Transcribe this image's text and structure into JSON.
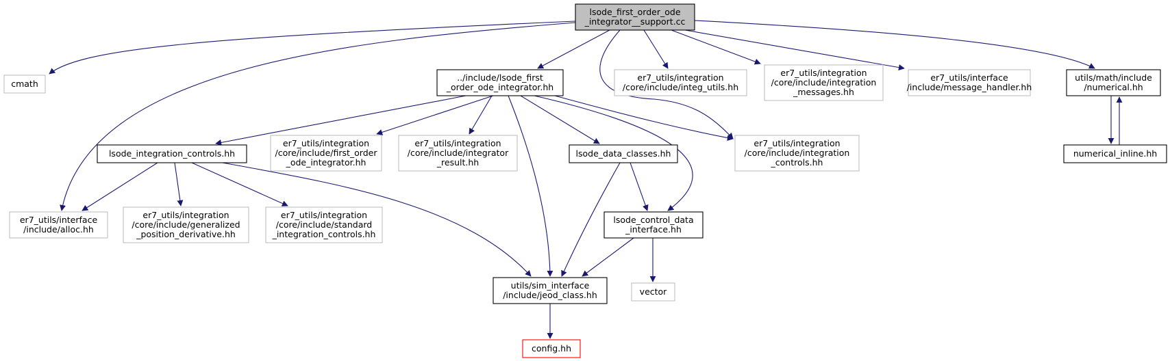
{
  "graph": {
    "title": "",
    "colors": {
      "edge": "#191970",
      "focus_fill": "#bfbfbf",
      "normal_border": "#000000",
      "external_border": "#bfbfbf",
      "missing_border": "#ff0000"
    },
    "nodes": [
      {
        "id": "root",
        "kind": "focus",
        "lines": [
          "lsode_first_order_ode",
          "_integrator__support.cc"
        ]
      },
      {
        "id": "cmath",
        "kind": "external",
        "lines": [
          "cmath"
        ]
      },
      {
        "id": "lsode_integrator",
        "kind": "normal",
        "lines": [
          "../include/lsode_first",
          "_order_ode_integrator.hh"
        ]
      },
      {
        "id": "integ_utils",
        "kind": "external",
        "lines": [
          "er7_utils/integration",
          "/core/include/integ_utils.hh"
        ]
      },
      {
        "id": "integration_messages",
        "kind": "external",
        "lines": [
          "er7_utils/integration",
          "/core/include/integration",
          "_messages.hh"
        ]
      },
      {
        "id": "message_handler",
        "kind": "external",
        "lines": [
          "er7_utils/interface",
          "/include/message_handler.hh"
        ]
      },
      {
        "id": "numerical",
        "kind": "normal",
        "lines": [
          "utils/math/include",
          "/numerical.hh"
        ]
      },
      {
        "id": "numerical_inline",
        "kind": "normal",
        "lines": [
          "numerical_inline.hh"
        ]
      },
      {
        "id": "integration_controls",
        "kind": "normal",
        "lines": [
          "lsode_integration_controls.hh"
        ]
      },
      {
        "id": "first_order_ode_integrator",
        "kind": "external",
        "lines": [
          "er7_utils/integration",
          "/core/include/first_order",
          "_ode_integrator.hh"
        ]
      },
      {
        "id": "integrator_result",
        "kind": "external",
        "lines": [
          "er7_utils/integration",
          "/core/include/integrator",
          "_result.hh"
        ]
      },
      {
        "id": "data_classes",
        "kind": "normal",
        "lines": [
          "lsode_data_classes.hh"
        ]
      },
      {
        "id": "core_integration_controls",
        "kind": "external",
        "lines": [
          "er7_utils/integration",
          "/core/include/integration",
          "_controls.hh"
        ]
      },
      {
        "id": "alloc",
        "kind": "external",
        "lines": [
          "er7_utils/interface",
          "/include/alloc.hh"
        ]
      },
      {
        "id": "generalized_position_derivative",
        "kind": "external",
        "lines": [
          "er7_utils/integration",
          "/core/include/generalized",
          "_position_derivative.hh"
        ]
      },
      {
        "id": "standard_integration_controls",
        "kind": "external",
        "lines": [
          "er7_utils/integration",
          "/core/include/standard",
          "_integration_controls.hh"
        ]
      },
      {
        "id": "control_data_interface",
        "kind": "normal",
        "lines": [
          "lsode_control_data",
          "_interface.hh"
        ]
      },
      {
        "id": "jeod_class",
        "kind": "normal",
        "lines": [
          "utils/sim_interface",
          "/include/jeod_class.hh"
        ]
      },
      {
        "id": "vector",
        "kind": "external",
        "lines": [
          "vector"
        ]
      },
      {
        "id": "config",
        "kind": "missing",
        "lines": [
          "config.hh"
        ]
      }
    ],
    "edges": [
      [
        "root",
        "cmath"
      ],
      [
        "root",
        "alloc"
      ],
      [
        "root",
        "lsode_integrator"
      ],
      [
        "root",
        "core_integration_controls"
      ],
      [
        "root",
        "integ_utils"
      ],
      [
        "root",
        "integration_messages"
      ],
      [
        "root",
        "message_handler"
      ],
      [
        "root",
        "numerical"
      ],
      [
        "lsode_integrator",
        "integration_controls"
      ],
      [
        "lsode_integrator",
        "first_order_ode_integrator"
      ],
      [
        "lsode_integrator",
        "integrator_result"
      ],
      [
        "lsode_integrator",
        "jeod_class"
      ],
      [
        "lsode_integrator",
        "data_classes"
      ],
      [
        "lsode_integrator",
        "control_data_interface"
      ],
      [
        "lsode_integrator",
        "core_integration_controls"
      ],
      [
        "integration_controls",
        "alloc"
      ],
      [
        "integration_controls",
        "generalized_position_derivative"
      ],
      [
        "integration_controls",
        "standard_integration_controls"
      ],
      [
        "integration_controls",
        "jeod_class"
      ],
      [
        "data_classes",
        "jeod_class"
      ],
      [
        "data_classes",
        "control_data_interface"
      ],
      [
        "control_data_interface",
        "jeod_class"
      ],
      [
        "control_data_interface",
        "vector"
      ],
      [
        "jeod_class",
        "config"
      ],
      [
        "numerical",
        "numerical_inline"
      ],
      [
        "numerical_inline",
        "numerical"
      ]
    ]
  }
}
